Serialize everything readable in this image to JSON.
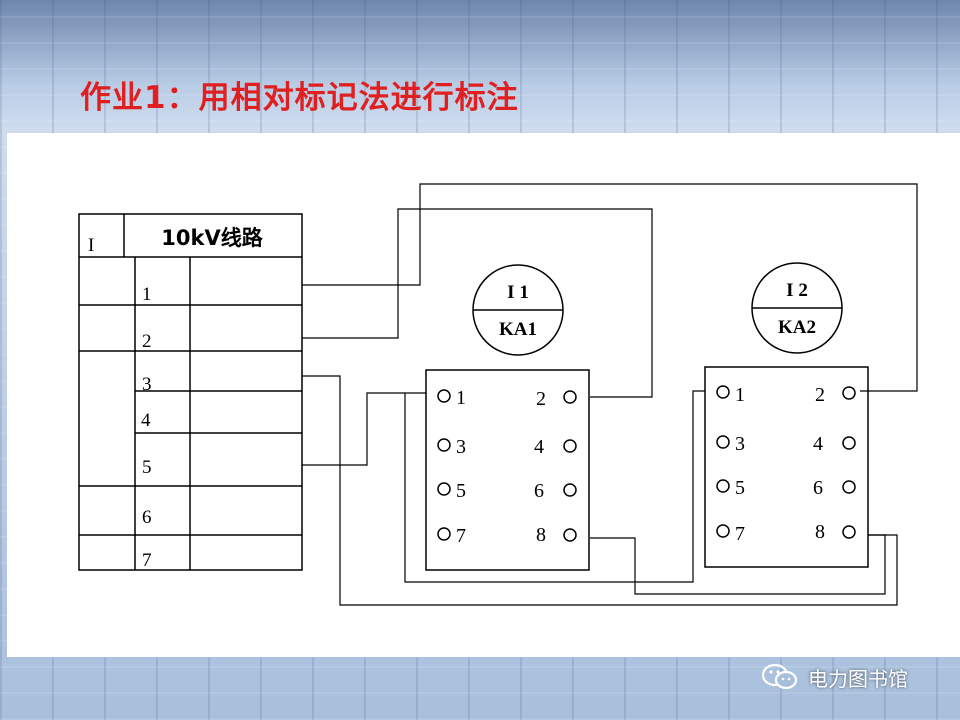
{
  "slide": {
    "title": "作业1：用相对标记法进行标注"
  },
  "panel": {
    "marker": "I",
    "header": "10kV线路",
    "rows": [
      "1",
      "2",
      "3",
      "4",
      "5",
      "6",
      "7"
    ]
  },
  "relays": [
    {
      "circle_top": "I 1",
      "circle_bottom": "KA1",
      "terminals": [
        "1",
        "2",
        "3",
        "4",
        "5",
        "6",
        "7",
        "8"
      ]
    },
    {
      "circle_top": "I 2",
      "circle_bottom": "KA2",
      "terminals": [
        "1",
        "2",
        "3",
        "4",
        "5",
        "6",
        "7",
        "8"
      ]
    }
  ],
  "watermark": {
    "text": "电力图书馆",
    "icon": "wechat-icon"
  },
  "colors": {
    "title": "#e02020",
    "line": "#000000"
  }
}
